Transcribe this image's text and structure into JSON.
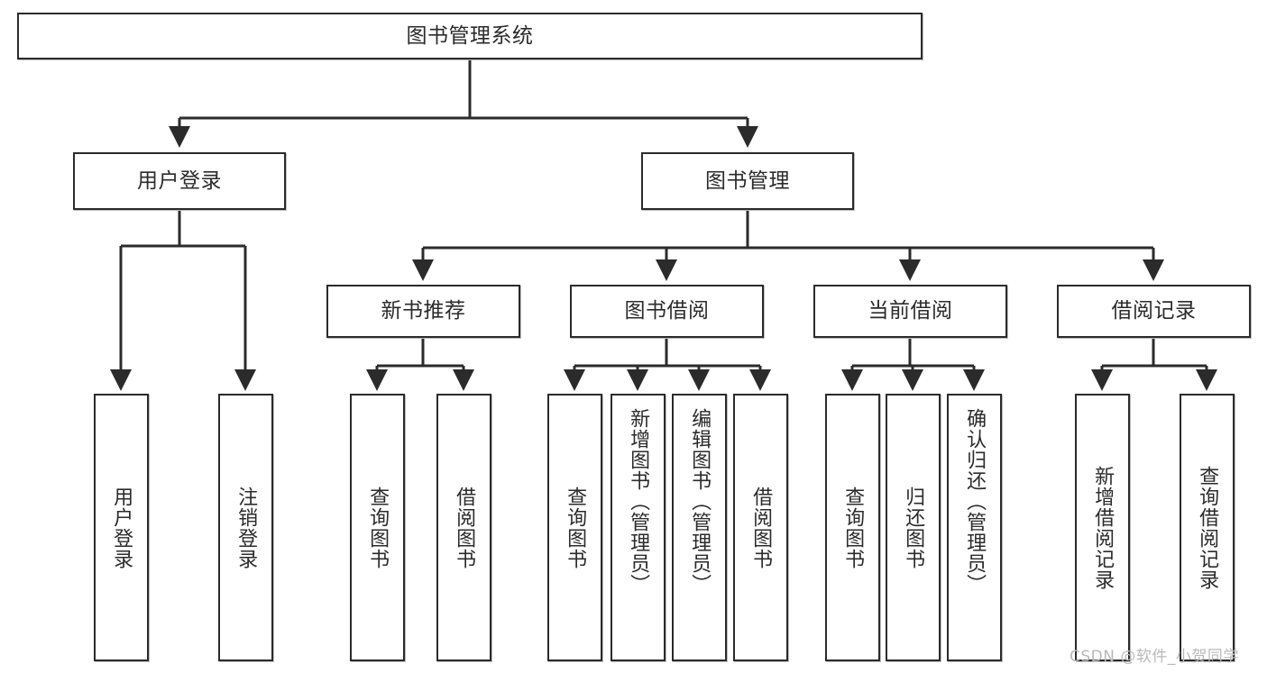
{
  "diagram": {
    "title": "图书管理系统",
    "type": "tree-hierarchy-chart",
    "watermark": "CSDN @软件_小贺同学",
    "colors": {
      "stroke": "#2b2b2b",
      "fill": "#ffffff",
      "text": "#2b2b2b",
      "watermark": "#b9b9b9"
    },
    "levels": {
      "root": "图书管理系统",
      "level2": [
        "用户登录",
        "图书管理"
      ],
      "level3": [
        "新书推荐",
        "图书借阅",
        "当前借阅",
        "借阅记录"
      ]
    },
    "nodes": {
      "root": "图书管理系统",
      "user_login": "用户登录",
      "book_manage": "图书管理",
      "new_book_rec": "新书推荐",
      "book_borrow": "图书借阅",
      "current_borrow": "当前借阅",
      "borrow_record": "借阅记录",
      "leaf_user_login": "用户登录",
      "leaf_logout": "注销登录",
      "leaf_query_book_1": "查询图书",
      "leaf_borrow_book_1": "借阅图书",
      "leaf_query_book_2": "查询图书",
      "leaf_add_book_admin": "新增图书（管理员）",
      "leaf_edit_book_admin": "编辑图书（管理员）",
      "leaf_borrow_book_2": "借阅图书",
      "leaf_query_book_3": "查询图书",
      "leaf_return_book": "归还图书",
      "leaf_confirm_return_admin": "确认归还（管理员）",
      "leaf_add_record": "新增借阅记录",
      "leaf_query_record": "查询借阅记录"
    }
  }
}
